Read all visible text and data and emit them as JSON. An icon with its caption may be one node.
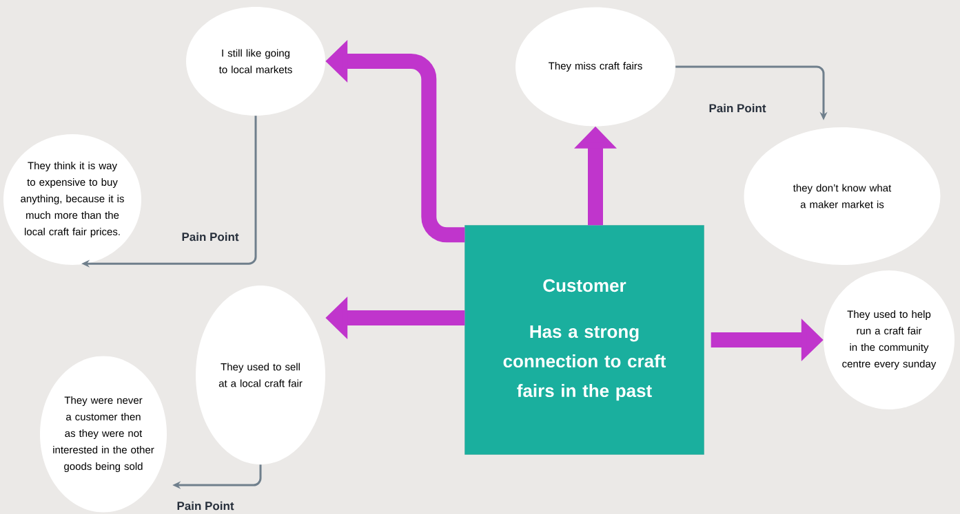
{
  "diagram": {
    "nodes": [
      {
        "text": [
          "Customer",
          "Has a strong connection to craft fairs in the past"
        ]
      },
      {
        "text": [
          "I still like going to local markets"
        ]
      },
      {
        "text": [
          "They miss craft fairs"
        ]
      },
      {
        "text": [
          "they don’t know what a maker market is"
        ]
      },
      {
        "text": [
          "They think it is way to expensive to buy anything, because it is much more than the local craft fair prices."
        ]
      },
      {
        "text": [
          "They used to sell at a local craft fair"
        ]
      },
      {
        "text": [
          "They used to help run a craft fair in the community centre every sunday"
        ]
      },
      {
        "text": [
          "They were never a customer then as they were not interested in the other goods being sold"
        ]
      }
    ],
    "edges": [
      {
        "from": 0,
        "to": 1,
        "arrow": "to"
      },
      {
        "from": 0,
        "to": 2,
        "arrow": "to"
      },
      {
        "from": 0,
        "to": 5,
        "arrow": "to"
      },
      {
        "from": 0,
        "to": 6,
        "arrow": "to"
      },
      {
        "from": 1,
        "to": 4,
        "arrow": "to",
        "label": "Pain Point",
        "color": "#6f7f8c"
      },
      {
        "from": 2,
        "to": 3,
        "arrow": "to",
        "label": "Pain Point",
        "color": "#6f7f8c"
      },
      {
        "from": 5,
        "to": 7,
        "arrow": "to",
        "label": "Pain Point",
        "color": "#6f7f8c"
      }
    ]
  }
}
